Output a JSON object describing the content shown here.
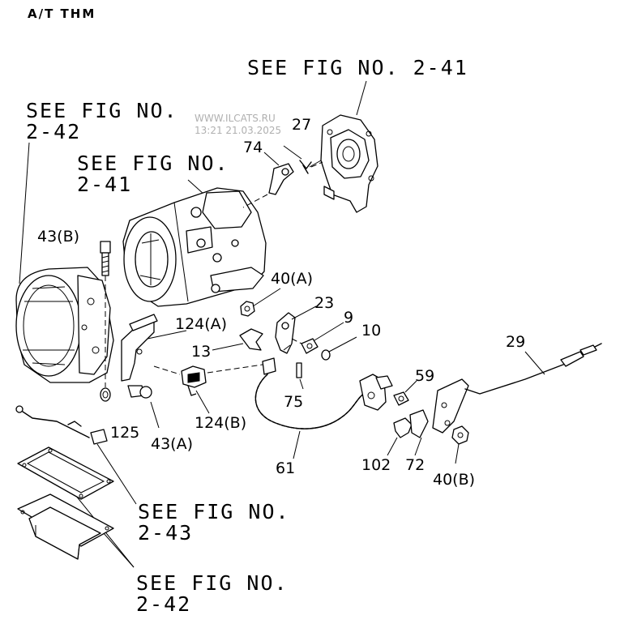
{
  "header": {
    "title": "A/T THM"
  },
  "watermark": {
    "line1": "WWW.ILCATS.RU",
    "line2": "13:21 21.03.2025"
  },
  "references": {
    "fig_2_41_top": "SEE FIG NO. 2-41",
    "fig_2_42_top_line1": "SEE FIG NO.",
    "fig_2_42_top_line2": "2-42",
    "fig_2_41_mid_line1": "SEE FIG NO.",
    "fig_2_41_mid_line2": "2-41",
    "fig_2_43_line1": "SEE FIG NO.",
    "fig_2_43_line2": "2-43",
    "fig_2_42_bottom_line1": "SEE FIG NO.",
    "fig_2_42_bottom_line2": "2-42"
  },
  "callouts": {
    "p27": "27",
    "p74": "74",
    "p43b": "43(B)",
    "p40a": "40(A)",
    "p23": "23",
    "p9": "9",
    "p10": "10",
    "p124a": "124(A)",
    "p13": "13",
    "p29": "29",
    "p59": "59",
    "p75": "75",
    "p124b": "124(B)",
    "p125": "125",
    "p43a": "43(A)",
    "p61": "61",
    "p102": "102",
    "p72": "72",
    "p40b": "40(B)"
  }
}
